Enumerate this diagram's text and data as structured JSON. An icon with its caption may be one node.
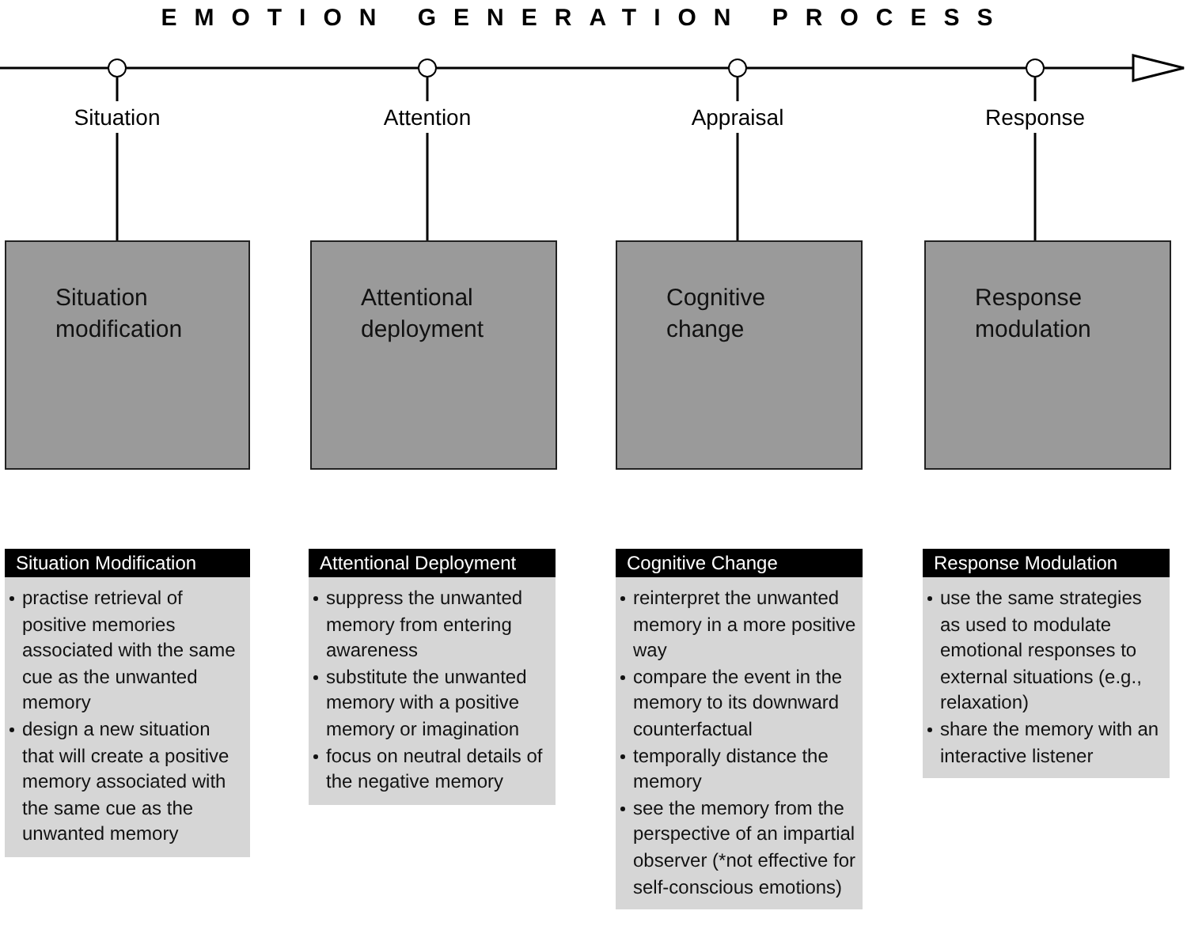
{
  "diagram": {
    "title": "EMOTION GENERATION PROCESS",
    "nodes": [
      {
        "text": [],
        "shape": "circle",
        "beside": [
          "Situation"
        ]
      },
      {
        "text": [],
        "shape": "circle",
        "beside": [
          "Attention"
        ]
      },
      {
        "text": [],
        "shape": "circle",
        "beside": [
          "Appraisal"
        ]
      },
      {
        "text": [],
        "shape": "circle",
        "beside": [
          "Response"
        ]
      },
      {
        "text": [
          "Situation modification"
        ]
      },
      {
        "text": [
          "Attentional deployment"
        ]
      },
      {
        "text": [
          "Cognitive change"
        ]
      },
      {
        "text": [
          "Response modulation"
        ]
      },
      {
        "text": [
          "Situation Modification",
          "practise retrieval of positive memories associated with the same cue as the unwanted memory",
          "design a new situation that will create a positive memory associated with the same cue as the unwanted memory"
        ]
      },
      {
        "text": [
          "Attentional Deployment",
          "suppress the unwanted memory from entering awareness",
          "substitute the unwanted memory with a positive memory or imagination",
          "focus on neutral details of the negative memory"
        ]
      },
      {
        "text": [
          "Cognitive Change",
          "reinterpret the unwanted memory in a more positive way",
          "compare the event in the memory to its downward counterfactual",
          "temporally distance the memory",
          "see the memory from the perspective of an impartial observer (*not effective for self-conscious emotions)"
        ]
      },
      {
        "text": [
          "Response Modulation",
          "use the same strategies as used to modulate emotional responses to external situations (e.g., relaxation)",
          "share the memory with an interactive listener"
        ]
      }
    ],
    "edges": [
      {
        "from": null,
        "to": 0,
        "arrow": "none"
      },
      {
        "from": 0,
        "to": 1,
        "arrow": "none"
      },
      {
        "from": 1,
        "to": 2,
        "arrow": "none"
      },
      {
        "from": 2,
        "to": 3,
        "arrow": "none"
      },
      {
        "from": 3,
        "to": null,
        "arrow": "to"
      },
      {
        "from": 0,
        "to": 4,
        "arrow": "none"
      },
      {
        "from": 1,
        "to": 5,
        "arrow": "none"
      },
      {
        "from": 2,
        "to": 6,
        "arrow": "none"
      },
      {
        "from": 3,
        "to": 7,
        "arrow": "none"
      }
    ]
  }
}
